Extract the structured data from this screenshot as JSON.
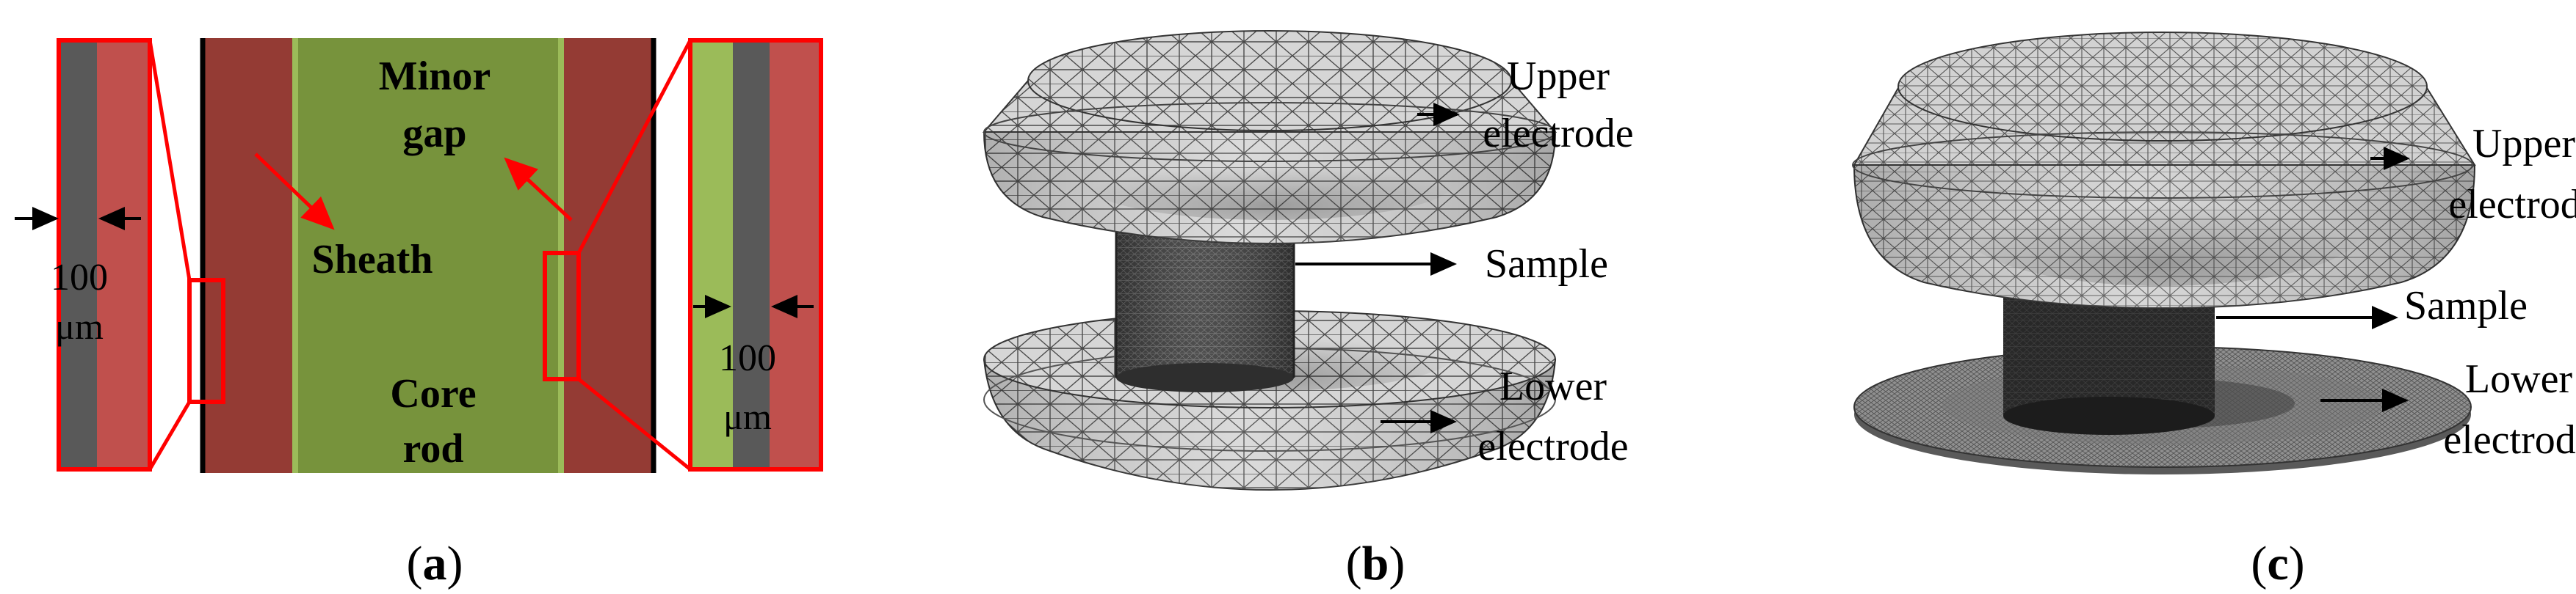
{
  "panel_a": {
    "labels": {
      "minor_gap_line1": "Minor",
      "minor_gap_line2": "gap",
      "sheath": "Sheath",
      "core_rod_line1": "Core",
      "core_rod_line2": "rod"
    },
    "left_zoom": {
      "dimension_value": "100",
      "dimension_unit": "μm"
    },
    "right_zoom": {
      "dimension_value": "100",
      "dimension_unit": "μm"
    },
    "caption_open": "(",
    "caption_letter": "a",
    "caption_close": ")"
  },
  "panel_b": {
    "labels": {
      "upper_line1": "Upper",
      "upper_line2": "electrode",
      "sample": "Sample",
      "lower_line1": "Lower",
      "lower_line2": "electrode"
    },
    "caption_open": "(",
    "caption_letter": "b",
    "caption_close": ")"
  },
  "panel_c": {
    "labels": {
      "upper_line1": "Upper",
      "upper_line2": "electrode",
      "sample": "Sample",
      "lower_line1": "Lower",
      "lower_line2": "electrode"
    },
    "caption_open": "(",
    "caption_letter": "c",
    "caption_close": ")"
  },
  "colors": {
    "sheath_red": "#943b34",
    "core_green": "#77933c",
    "minor_gap_light_green": "#9bbb59",
    "zoom_red": "#c0504d",
    "zoom_gray": "#595959",
    "highlight_red": "#ff0000",
    "mesh_gray": "#cfcfcf",
    "sample_dark": "#2b2b2b"
  }
}
